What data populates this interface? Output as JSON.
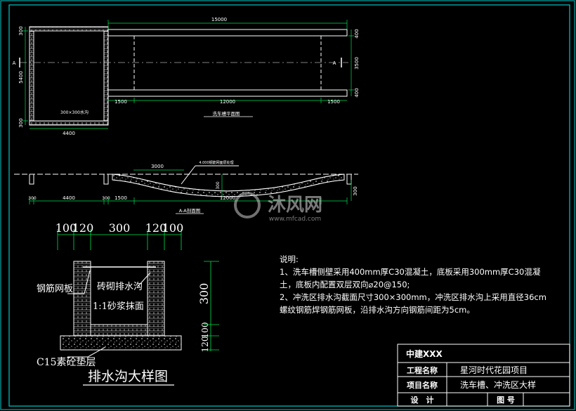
{
  "plan": {
    "dims_top": "15000",
    "dim_right_top": "400",
    "dim_right_mid": "3500",
    "dim_right_bot": "400",
    "dim_left_top": "300",
    "dim_left_mid": "5400",
    "dim_left_bot": "300",
    "dim_bottom_left": "4400",
    "dim_bottom_1500_left": "1500",
    "dim_bottom_12000": "12000",
    "dim_bottom_1500_right": "1500",
    "label_300x300": "300×300水沟",
    "section_mark_left": "A",
    "section_mark_right": "A",
    "title": "洗车槽平面图"
  },
  "section": {
    "dim_3000": "3000",
    "leader_note": "4.000钢筋网面层处理",
    "dim_300_left": "300",
    "dim_4400": "4400",
    "dim_300_mid": "300",
    "dim_1500": "1500",
    "dim_12000": "12000",
    "dim_300_right": "300",
    "dim_depth": "300",
    "title": "A-A剖面图"
  },
  "detail": {
    "top_dims": [
      "100",
      "120",
      "300",
      "120",
      "100"
    ],
    "side_dims": [
      "300",
      "100",
      "120"
    ],
    "label_mesh": "钢筋网板",
    "label_brick": "砖砌排水沟",
    "label_mortar": "1:1砂浆抹面",
    "label_c15": "C15素砼垫层",
    "title": "排水沟大样图"
  },
  "notes": {
    "heading": "说明:",
    "line1": "1、洗车槽侧壁采用400mm厚C30混凝土，底板采用300mm厚C30混凝土，底板内配置双层双向⌀20@150;",
    "line2": "2、冲洗区排水沟截面尺寸300×300mm，冲洗区排水沟上采用直径36cm螺纹钢筋焊钢筋网板，沿排水沟方向钢筋间距为5cm。"
  },
  "title_block": {
    "company": "中建XXX",
    "project_label": "工程名称",
    "project_value": "星河时代花园项目",
    "item_label": "项目名称",
    "item_value": "洗车槽、冲洗区大样",
    "design_label": "设　计",
    "drawing_no_label": "图 号"
  },
  "watermark": {
    "brand": "沐风网",
    "url": "www.mfcad.com"
  },
  "colors": {
    "background": "#000000",
    "frame": "#00c8c8",
    "line": "#ffffff",
    "dimension": "#00e050",
    "text": "#ffffff"
  }
}
